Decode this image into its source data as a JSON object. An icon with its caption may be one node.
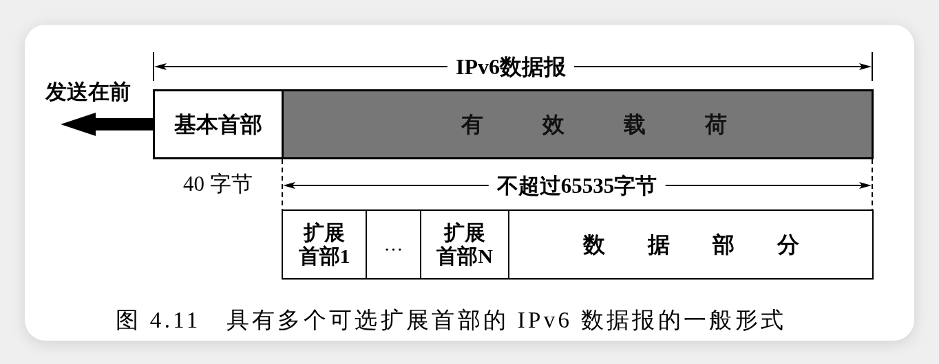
{
  "diagram": {
    "caption": "图 4.11　具有多个可选扩展首部的 IPv6 数据报的一般形式",
    "nodes": [
      {
        "text": [
          "基本首部"
        ]
      },
      {
        "text": [
          "有 效 载 荷"
        ]
      },
      {
        "text": [
          "扩展首部1"
        ]
      },
      {
        "text": [
          "…"
        ]
      },
      {
        "text": [
          "扩展首部N"
        ]
      },
      {
        "text": [
          "数 据 部 分"
        ]
      }
    ],
    "labels": [
      "IPv6数据报",
      "发送在前",
      "40 字节",
      "不超过65535字节"
    ]
  }
}
